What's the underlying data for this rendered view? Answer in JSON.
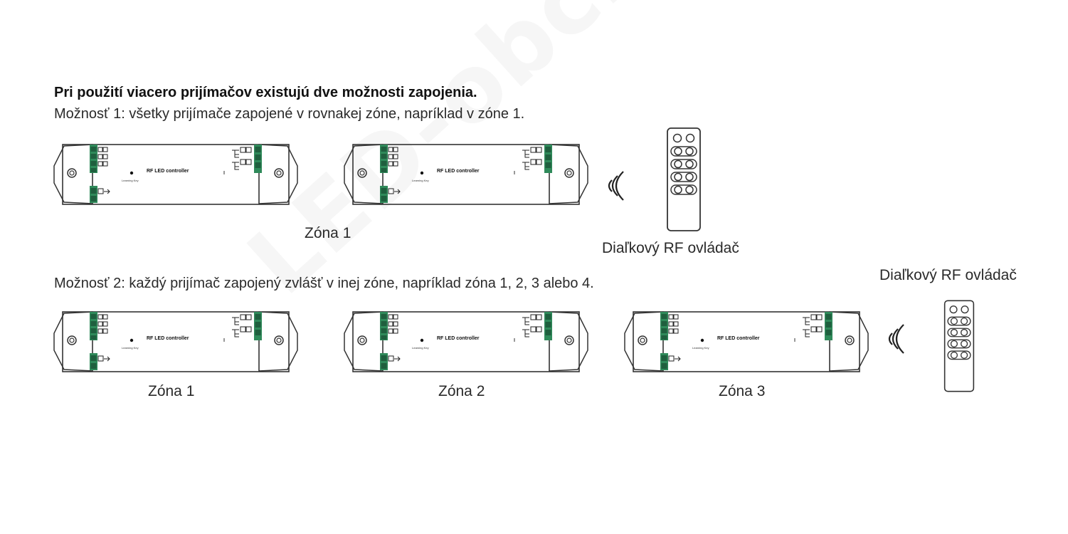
{
  "heading": "Pri použití viacero prijímačov existujú dve možnosti zapojenia.",
  "option1": "Možnosť 1: všetky prijímače zapojené v rovnakej zóne, napríklad v zóne 1.",
  "option2": "Možnosť 2: každý prijímač zapojený zvlášť v inej zóne, napríklad zóna 1, 2, 3 alebo 4.",
  "controller": {
    "label": "RF LED controller",
    "key_label": "Learning Key"
  },
  "option1_diagram": {
    "zone_label": "Zóna 1",
    "remote_label": "Diaľkový RF ovládač"
  },
  "option2_diagram": {
    "zones": [
      "Zóna 1",
      "Zóna 2",
      "Zóna 3"
    ],
    "remote_label": "Diaľkový RF ovládač"
  },
  "watermark": "LED-obchod.sk",
  "colors": {
    "terminal_green": "#2f8a5a",
    "outline": "#333333"
  }
}
